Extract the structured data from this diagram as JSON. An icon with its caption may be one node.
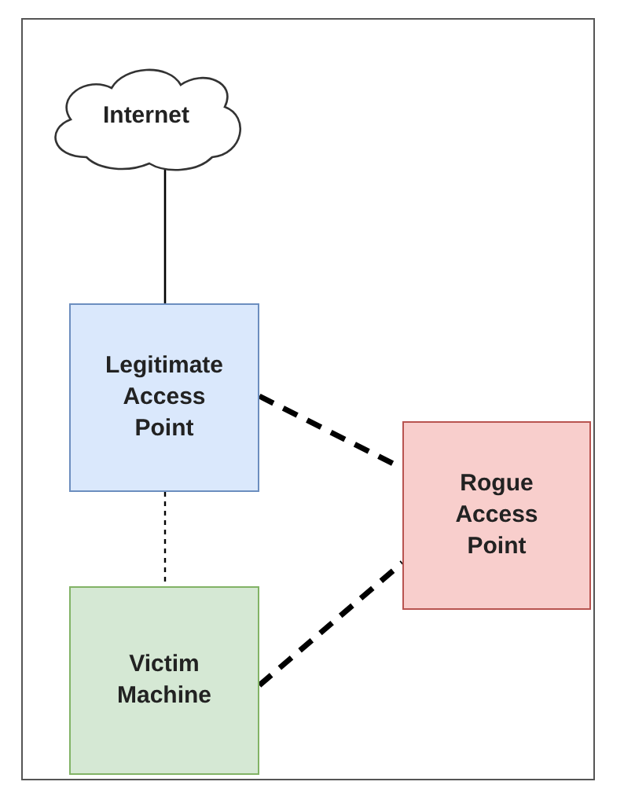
{
  "diagram": {
    "nodes": [
      {
        "text": [
          "Internet"
        ]
      },
      {
        "text": [
          "Legitimate Access Point"
        ]
      },
      {
        "text": [
          "Rogue Access Point"
        ]
      },
      {
        "text": [
          "Victim Machine"
        ]
      }
    ],
    "edges": [
      {
        "from": 0,
        "to": 1,
        "arrow": "none"
      },
      {
        "from": 1,
        "to": 2,
        "arrow": "none",
        "style": "dashed"
      },
      {
        "from": 1,
        "to": 3,
        "arrow": "none",
        "style": "dashed"
      },
      {
        "from": 3,
        "to": 2,
        "arrow": "none",
        "style": "dashed"
      }
    ]
  }
}
